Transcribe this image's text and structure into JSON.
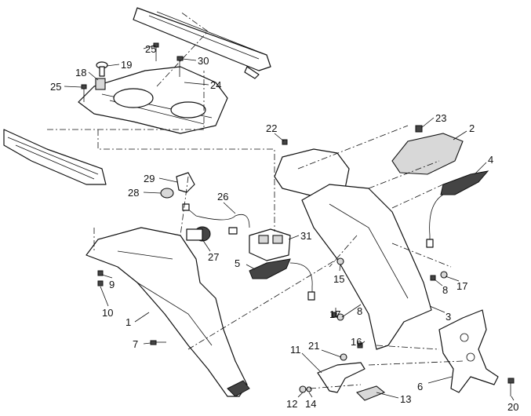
{
  "callouts": [
    "25",
    "19",
    "30",
    "18",
    "25",
    "24",
    "22",
    "23",
    "2",
    "4",
    "29",
    "28",
    "26",
    "31",
    "27",
    "5",
    "9",
    "10",
    "1",
    "7",
    "15",
    "8",
    "17",
    "17",
    "8",
    "3",
    "16",
    "21",
    "11",
    "6",
    "13",
    "12",
    "14",
    "20"
  ]
}
